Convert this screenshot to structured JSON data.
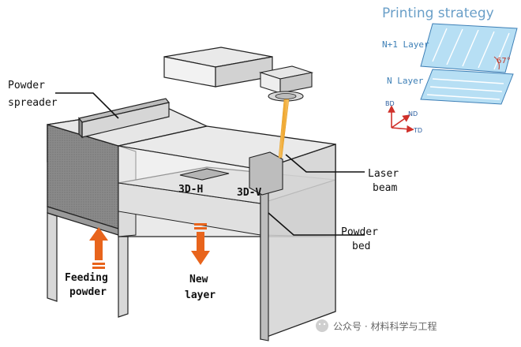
{
  "labels": {
    "powder_spreader": [
      "Powder",
      "spreader"
    ],
    "laser_beam": [
      "Laser",
      "beam"
    ],
    "powder_bed": [
      "Powder",
      "bed"
    ],
    "feeding_powder": [
      "Feeding",
      "powder"
    ],
    "new_layer": [
      "New",
      "layer"
    ],
    "sample_h": "3D-H",
    "sample_v": "3D-V"
  },
  "strategy": {
    "title": "Printing strategy",
    "layer_n1": "N+1 Layer",
    "layer_n": "N Layer",
    "angle": "67°"
  },
  "axes": {
    "bd": "BD",
    "nd": "ND",
    "td": "TD"
  },
  "watermark": "公众号 · 材料科学与工程",
  "colors": {
    "arrow_orange": "#e8641c",
    "laser": "#f0a830",
    "layer_blue": "#9fd4f0",
    "axis_red": "#d0302a",
    "title_blue": "#6a9fc8"
  }
}
